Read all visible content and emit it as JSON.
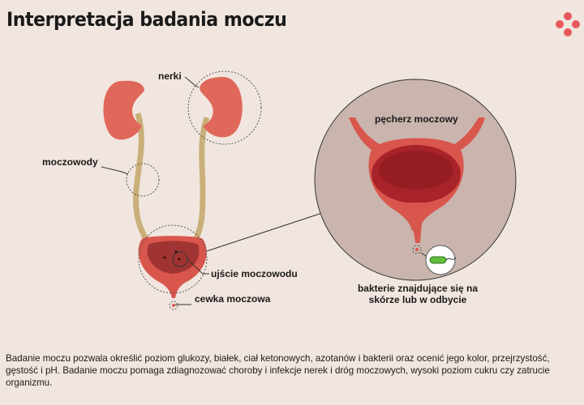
{
  "title": "Interpretacja badania moczu",
  "labels": {
    "kidneys": "nerki",
    "ureters": "moczowody",
    "ureter_opening": "ujście moczowodu",
    "urethra": "cewka moczowa",
    "bladder": "pęcherz moczowy",
    "bacteria_line1": "bakterie znajdujące się na",
    "bacteria_line2": "skórze lub w odbycie"
  },
  "description": "Badanie moczu pozwala określić poziom glukozy, białek, ciał ketonowych, azotanów i bakterii oraz ocenić jego kolor, przejrzystość, gęstość i pH. Badanie moczu pomaga zdiagnozować choroby i infekcje nerek i dróg moczowych, wysoki poziom cukru czy zatrucie organizmu.",
  "colors": {
    "background": "#f1e6df",
    "kidney": "#e0685a",
    "ureter": "#c9b07a",
    "bladder_wall": "#d9564d",
    "bladder_inner": "#a8242a",
    "zoom_circle": "#c9b5ad",
    "bacteria": "#5fbf3a",
    "logo": "#e8585a"
  },
  "icons": {
    "logo": "four-dot-cross-logo",
    "bacteria": "bacteria-icon"
  }
}
